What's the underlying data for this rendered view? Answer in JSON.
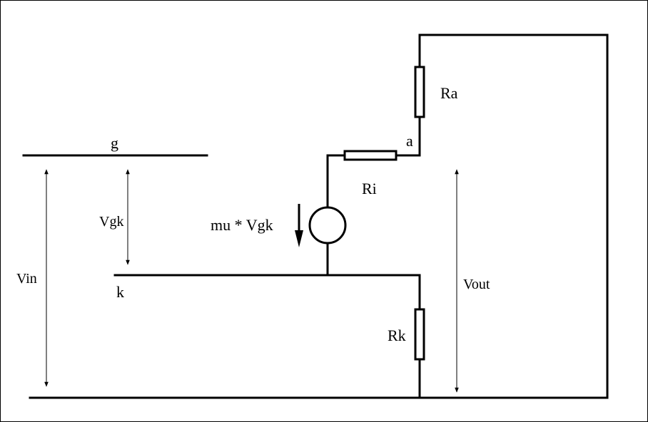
{
  "labels": {
    "g": "g",
    "k": "k",
    "a": "a",
    "Ra": "Ra",
    "Ri": "Ri",
    "Rk": "Rk",
    "source": "mu * Vgk",
    "Vgk": "Vgk",
    "Vin": "Vin",
    "Vout": "Vout"
  },
  "colors": {
    "line": "#000000",
    "background": "#ffffff"
  }
}
